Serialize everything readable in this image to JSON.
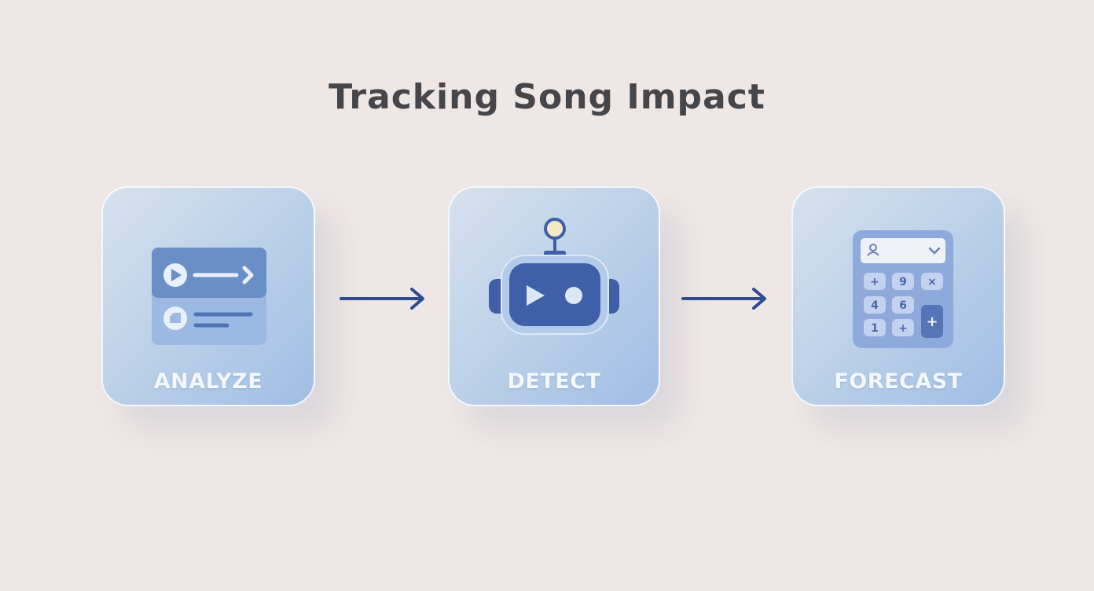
{
  "title": "Tracking Song Impact",
  "steps": [
    {
      "label": "ANALYZE",
      "icon": "media-player-icon"
    },
    {
      "label": "DETECT",
      "icon": "robot-icon"
    },
    {
      "label": "FORECAST",
      "icon": "calculator-icon"
    }
  ],
  "calculator_keys": [
    "+",
    "9",
    "×",
    "4",
    "6",
    "1",
    "+",
    "+"
  ],
  "colors": {
    "background": "#efe7e5",
    "card": "#b9cfe8",
    "accent": "#3f5fa8",
    "arrow": "#2e4c8f",
    "title": "#45454a"
  }
}
